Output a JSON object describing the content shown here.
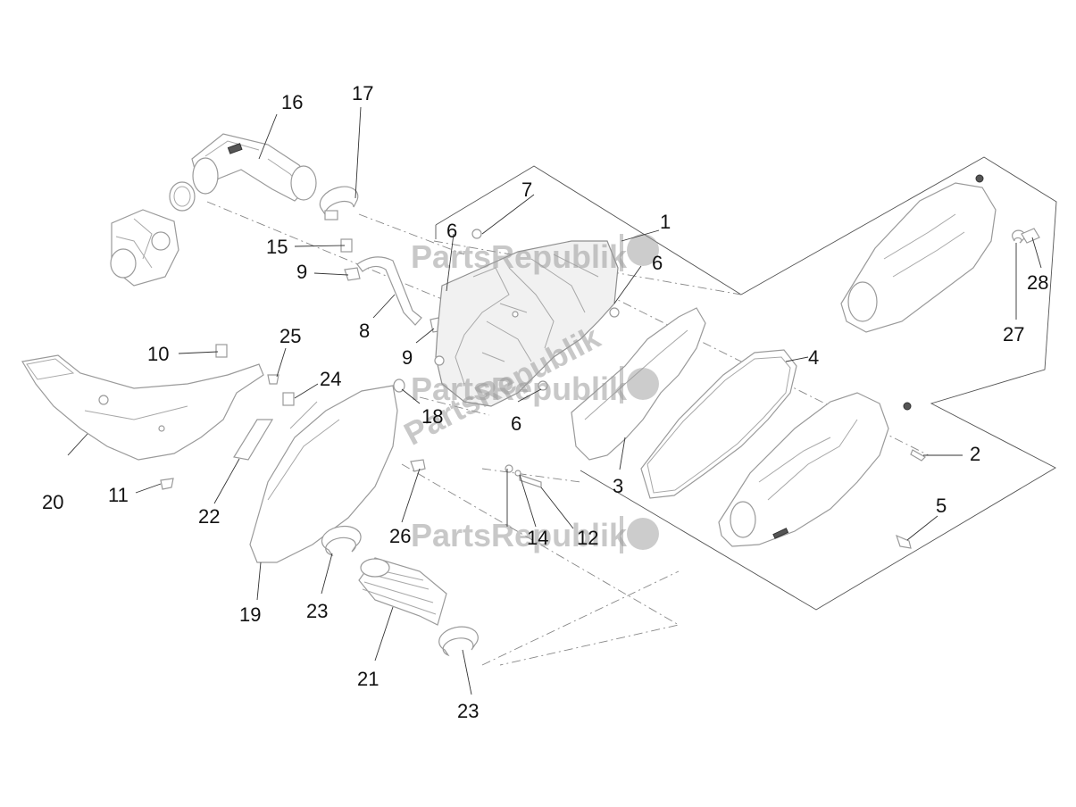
{
  "watermark": {
    "text": "PartsRepublik"
  },
  "callouts": {
    "c1": "1",
    "c2": "2",
    "c3": "3",
    "c4": "4",
    "c5": "5",
    "c6a": "6",
    "c6b": "6",
    "c6c": "6",
    "c7": "7",
    "c8": "8",
    "c9a": "9",
    "c9b": "9",
    "c10": "10",
    "c11": "11",
    "c12": "12",
    "c14": "14",
    "c15": "15",
    "c16": "16",
    "c17": "17",
    "c18": "18",
    "c19": "19",
    "c20": "20",
    "c21": "21",
    "c22": "22",
    "c23a": "23",
    "c23b": "23",
    "c24": "24",
    "c25": "25",
    "c26": "26",
    "c27": "27",
    "c28": "28"
  }
}
